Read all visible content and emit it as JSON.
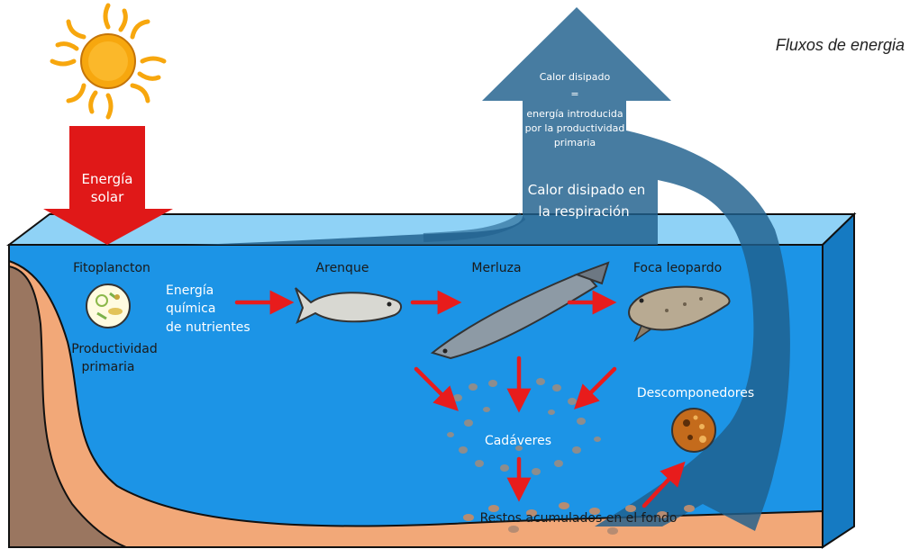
{
  "title": "Fluxos de energia",
  "solar": {
    "line1": "Energía",
    "line2": "solar"
  },
  "heat": {
    "top_line1": "Calor disipado",
    "top_line2": "=",
    "top_line3": "energía introducida",
    "top_line4": "por la productividad",
    "top_line5": "primaria",
    "resp_line1": "Calor disipado en",
    "resp_line2": "la respiración"
  },
  "organisms": {
    "phyto": "Fitoplancton",
    "productivity_line1": "Productividad",
    "productivity_line2": "primaria",
    "chem_line1": "Energía",
    "chem_line2": "química",
    "chem_line3": "de nutrientes",
    "herring": "Arenque",
    "hake": "Merluza",
    "seal": "Foca leopardo",
    "decomposers": "Descomponedores",
    "corpses": "Cadáveres",
    "sediment": "Restos acumulados en el fondo"
  },
  "icons": [
    "sun-icon",
    "phytoplankton-icon",
    "herring-icon",
    "hake-icon",
    "leopard-seal-icon",
    "decomposers-icon"
  ],
  "colors": {
    "water": "#1e96e8",
    "heat_arrow": "#1f5f8c",
    "flow_arrow": "#e81c1c",
    "solar_arrow": "#e01818",
    "sediment": "#f2a878",
    "rock": "#9a7660",
    "sun": "#f7a70e"
  }
}
